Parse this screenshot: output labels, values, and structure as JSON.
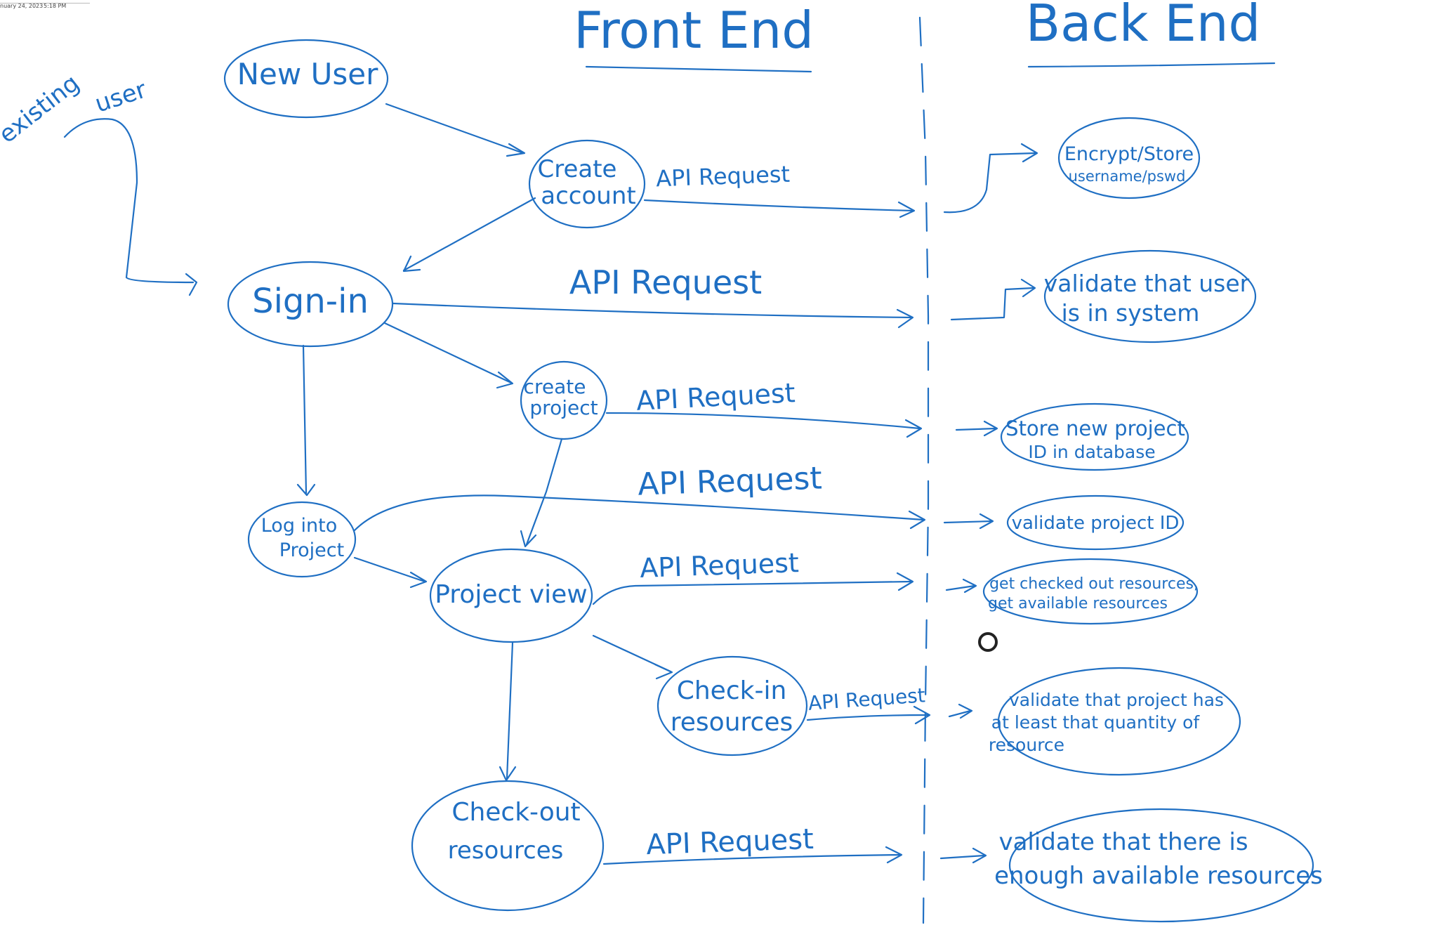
{
  "header": {
    "date": "nuary 24, 2023",
    "time": "5:18 PM"
  },
  "columns": {
    "front_end": "Front End",
    "back_end": "Back End"
  },
  "side_label": {
    "line1": "existing",
    "line2": "user"
  },
  "nodes": {
    "new_user": "New User",
    "create_account": [
      "Create",
      "account"
    ],
    "sign_in": "Sign-in",
    "create_project": [
      "create",
      "project"
    ],
    "log_into_project": [
      "Log into",
      "Project"
    ],
    "project_view": "Project view",
    "check_in": [
      "Check-in",
      "resources"
    ],
    "check_out": [
      "Check-out",
      "resources"
    ]
  },
  "edge_label": "API Request",
  "backend": {
    "encrypt_store": [
      "Encrypt/Store",
      "username/pswd"
    ],
    "validate_user": [
      "validate that user",
      "is in system"
    ],
    "store_project": [
      "Store new project",
      "ID in database"
    ],
    "validate_project": [
      "validate project ID"
    ],
    "get_resources": [
      "get checked out resources,",
      "get available resources"
    ],
    "validate_quantity": [
      "validate that project has",
      "at least that quantity of",
      "resource"
    ],
    "validate_enough": [
      "validate that there is",
      "enough available resources"
    ]
  },
  "colors": {
    "ink": "#1f6fc3",
    "paper": "#ffffff"
  }
}
